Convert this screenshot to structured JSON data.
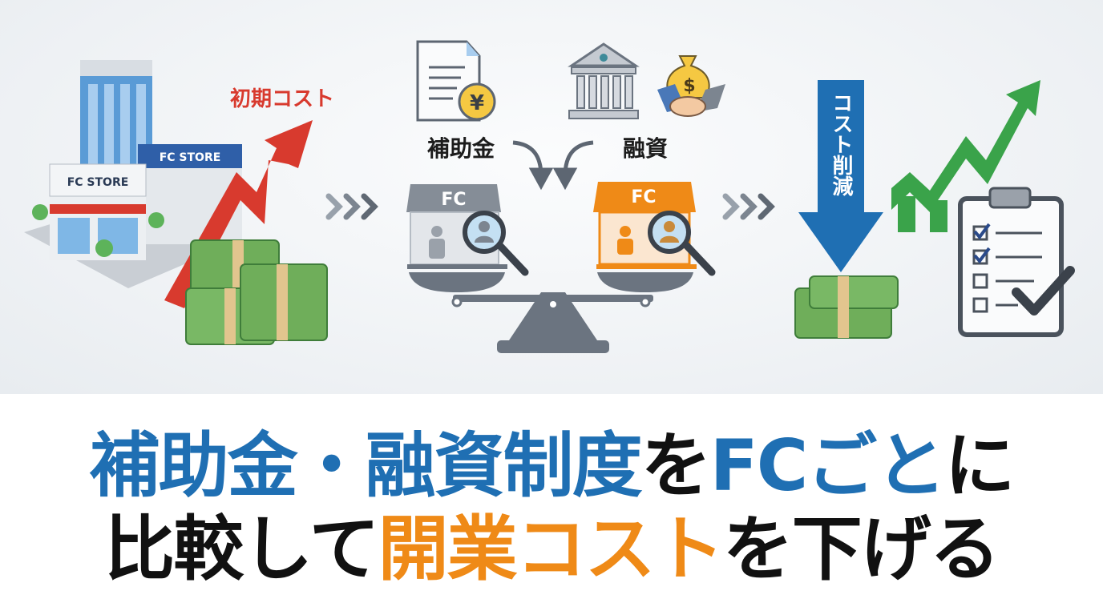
{
  "illustration": {
    "initial_cost_label": "初期コスト",
    "store_sign_front": "FC STORE",
    "store_sign_back": "FC STORE",
    "subsidy_label": "補助金",
    "loan_label": "融資",
    "yen_symbol": "¥",
    "dollar_symbol": "$",
    "fc_left": "FC",
    "fc_right": "FC",
    "cost_reduction_label": "コスト削減",
    "colors": {
      "blue": "#1f6fb3",
      "orange": "#ef8a17",
      "red": "#d83a2e",
      "green": "#3aa34a",
      "gray": "#6b7480",
      "money": "#6fae5a"
    }
  },
  "title": {
    "line1": [
      {
        "text": "補助金・融資制度",
        "color": "blue"
      },
      {
        "text": "を",
        "color": "black"
      },
      {
        "text": "FCごと",
        "color": "blue"
      },
      {
        "text": "に",
        "color": "black"
      }
    ],
    "line2": [
      {
        "text": "比較して",
        "color": "black"
      },
      {
        "text": "開業コスト",
        "color": "orange"
      },
      {
        "text": "を下げる",
        "color": "black"
      }
    ]
  }
}
